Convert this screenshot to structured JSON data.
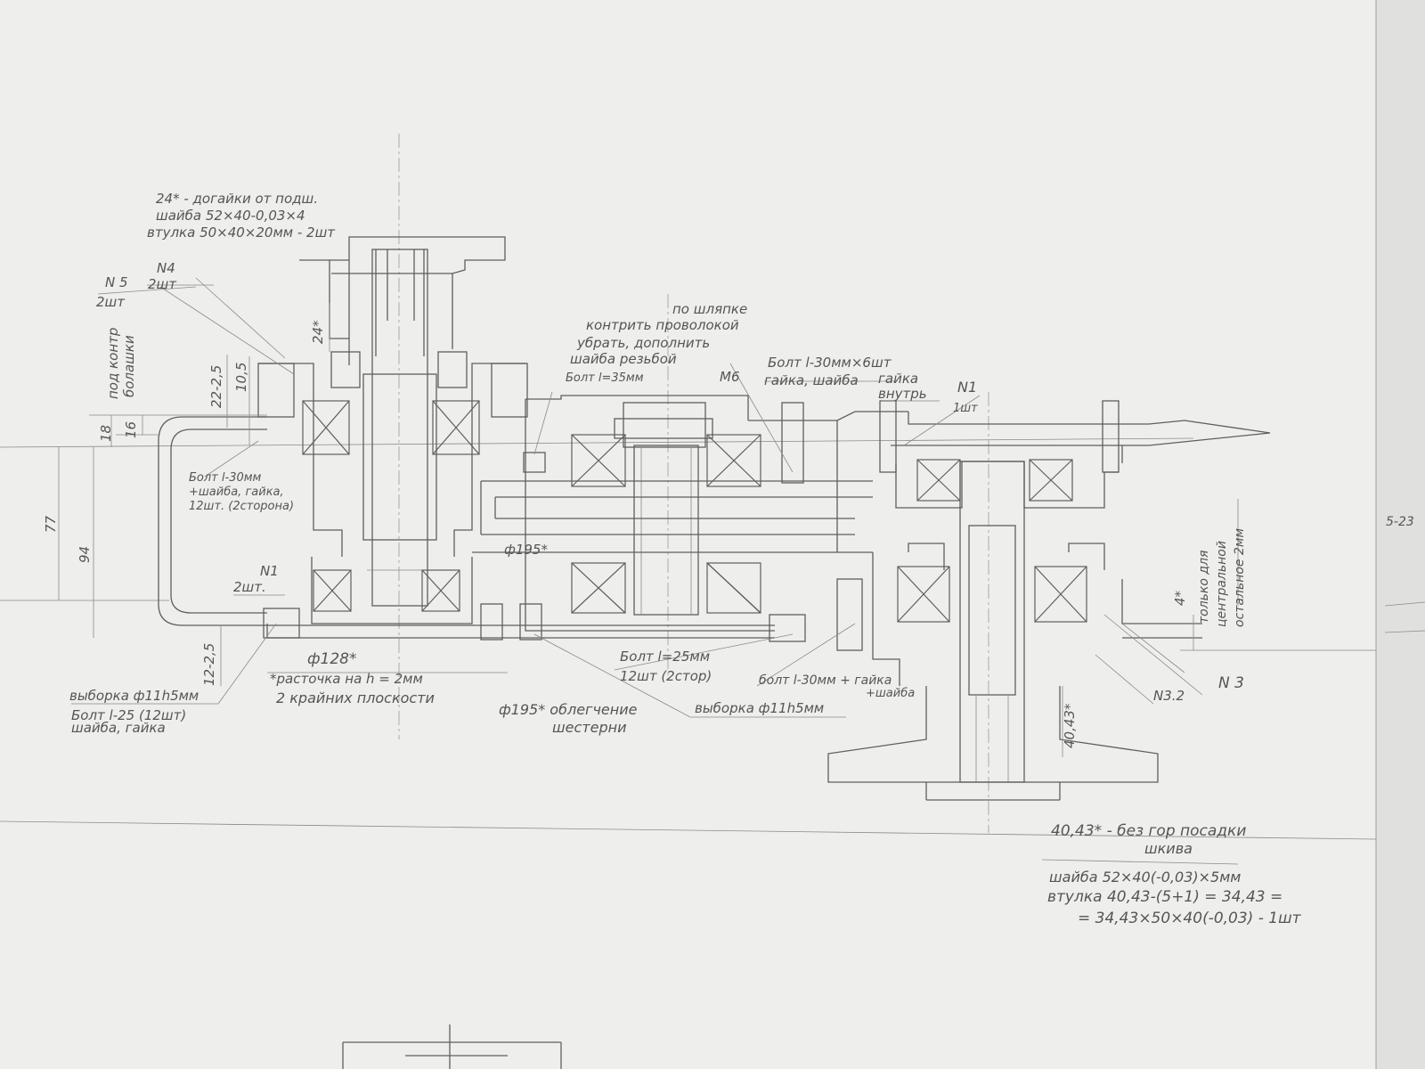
{
  "annotations": {
    "top_left": [
      "24* - догайки от подш.",
      "шайба 52×40-0,03×4",
      "втулка 50×40×20мм - 2шт"
    ],
    "n5": "N 5",
    "n5_qty": "2шт",
    "n4": "N4",
    "n4_qty": "2шт",
    "pod_kontr": [
      "под контр",
      "болашки"
    ],
    "dim_22": "22-2,5",
    "dim_105": "10,5",
    "dim_24": "24*",
    "dim_18": "18",
    "dim_16": "16",
    "dim_77": "77",
    "dim_94": "94",
    "dim_12": "12-2,5",
    "bolt_left": [
      "Болт l-30мм",
      "+шайба, гайка,",
      "12шт. (2сторона)"
    ],
    "n1_left": "N1",
    "n1_left_qty": "2шт.",
    "vyborka_left": "выборка ф11h5мм",
    "bolt_25_left": [
      "Болт l-25 (12шт)",
      "шайба, гайка"
    ],
    "phi128": "ф128*",
    "rastochka": "*расточка на h = 2мм",
    "ploskosti": "2 крайних плоскости",
    "phi195_mid": "ф195*",
    "phi195_note": [
      "ф195* облегчение",
      "шестерни"
    ],
    "center_top": [
      "по шляпке",
      "контрить проволокой",
      "убрать, дополнить",
      "шайба резьбой",
      "Болт l=35мм",
      "М6"
    ],
    "bolt_30_top": [
      "Болт l-30мм×6шт",
      "гайка, шайба"
    ],
    "gaika_vnutr": [
      "гайка",
      "внутрь"
    ],
    "n1_right": "N1",
    "n1_right_qty": "1шт",
    "bolt_25_center": [
      "Болт l=25мм",
      "12шт (2стор)"
    ],
    "bolt_30_bottom": [
      "болт l-30мм + гайка",
      "+шайба"
    ],
    "vyborka_center": "выборка ф11h5мм",
    "dim_4": "4*",
    "right_vertical": [
      "только для",
      "центральной",
      "остальное 2мм"
    ],
    "n32": "N3.2",
    "n3": "N 3",
    "dim_4043": "40,43*",
    "bottom_right": [
      "40,43* - без гор посадки",
      "шкива",
      "шайба 52×40(-0,03)×5мм",
      "втулка 40,43-(5+1) = 34,43 =",
      "= 34,43×50×40(-0,03) - 1шт"
    ],
    "edge_note": "5-23"
  }
}
